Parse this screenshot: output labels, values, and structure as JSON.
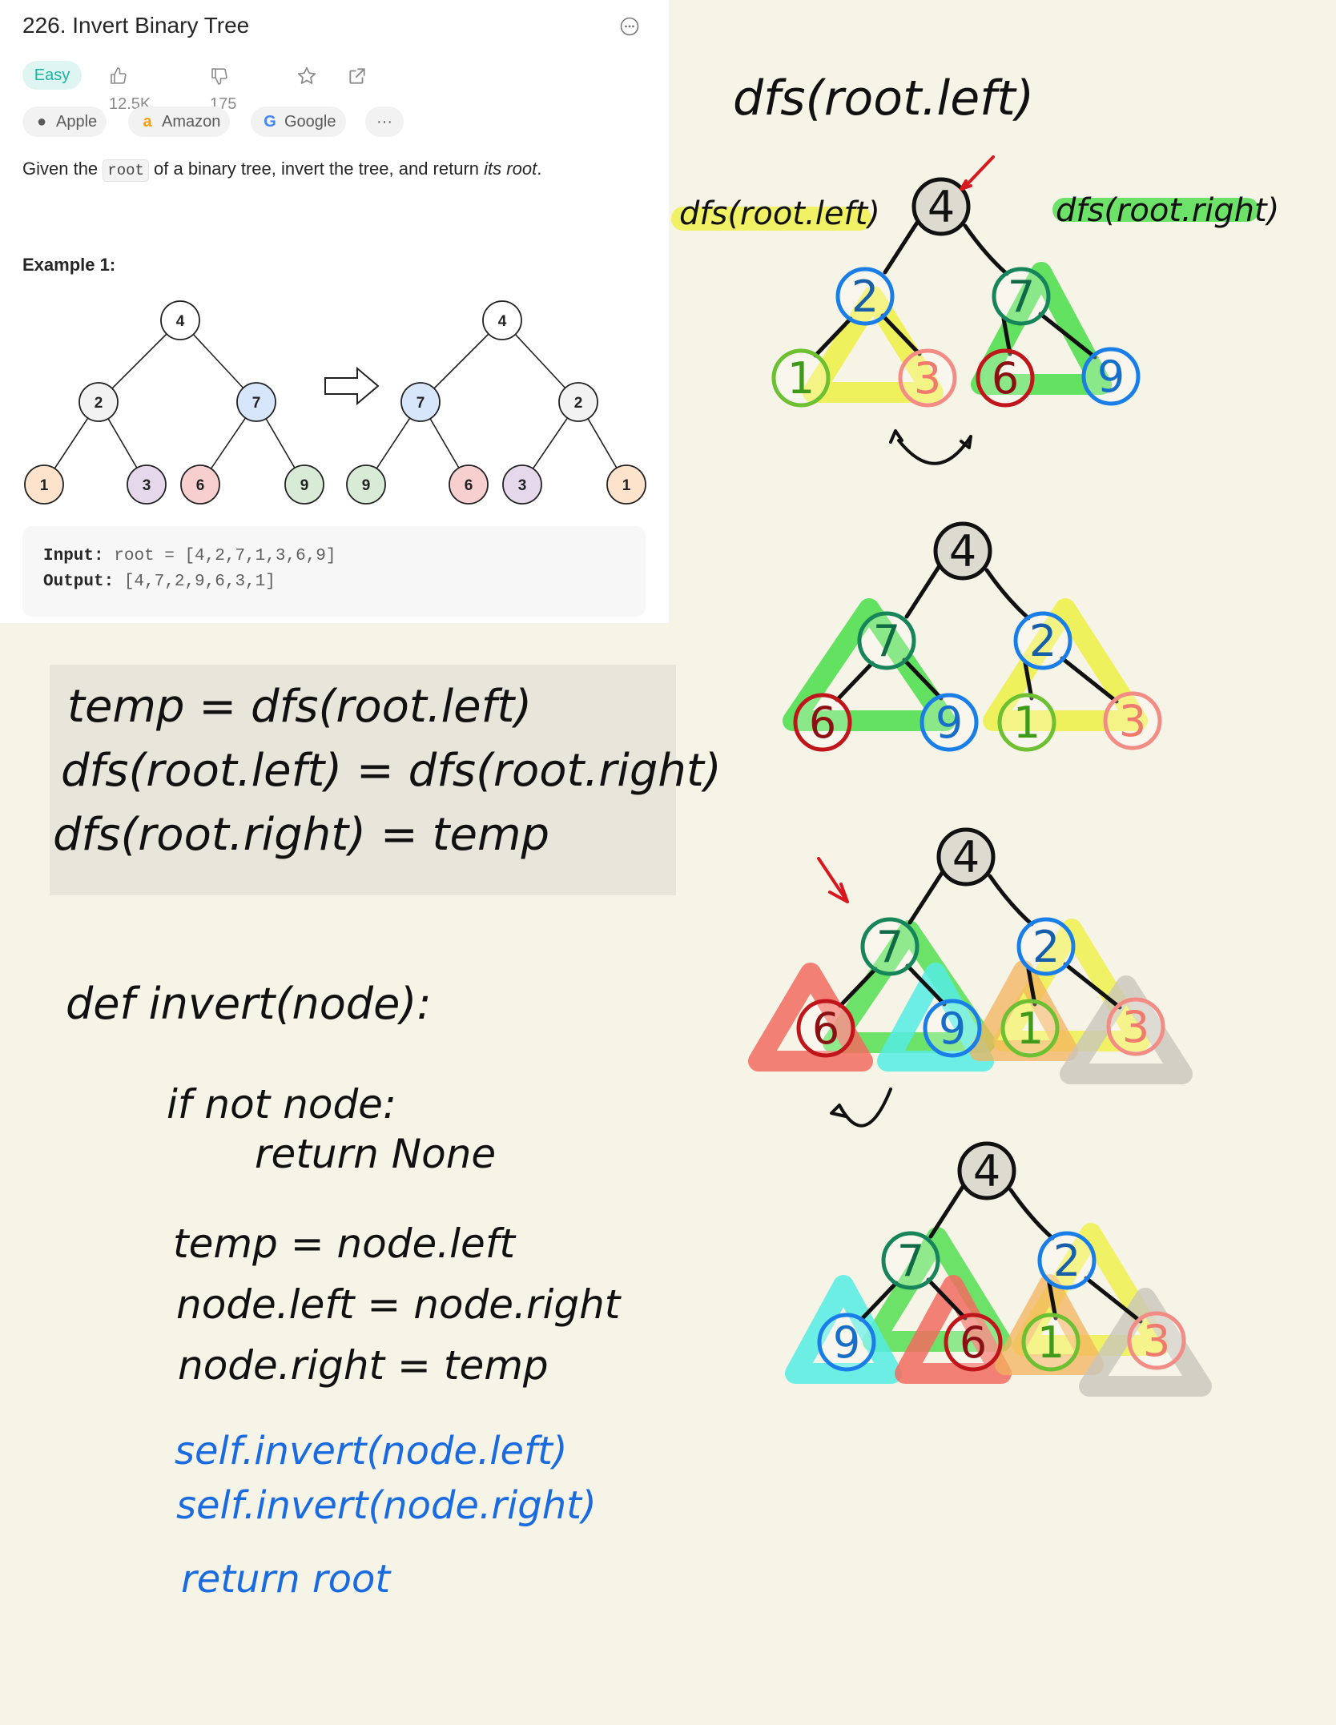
{
  "problem": {
    "title": "226. Invert Binary Tree",
    "difficulty": "Easy",
    "likes": "12.5K",
    "dislikes": "175",
    "companies": [
      "Apple",
      "Amazon",
      "Google"
    ],
    "more_label": "···",
    "desc_prefix": "Given the",
    "desc_code": "root",
    "desc_mid": "of a binary tree, invert the tree, and return",
    "desc_em": "its root",
    "desc_end": ".",
    "example_title": "Example 1:",
    "input_label": "Input:",
    "input_value": "root = [4,2,7,1,3,6,9]",
    "output_label": "Output:",
    "output_value": "[4,7,2,9,6,3,1]",
    "tree_before": [
      "4",
      "2",
      "7",
      "1",
      "3",
      "6",
      "9"
    ],
    "tree_after": [
      "4",
      "7",
      "2",
      "9",
      "6",
      "3",
      "1"
    ],
    "node_colors": {
      "root": "#ffffff",
      "2": "#f2f2f2",
      "7": "#d8e6fb",
      "1": "#fde3cb",
      "3": "#e4d8ea",
      "6": "#f7cfcf",
      "9": "#d8ebd6"
    }
  },
  "notes": {
    "swap_code": [
      "temp = dfs(root.left)",
      "dfs(root.left) = dfs(root.right)",
      "dfs(root.right) = temp"
    ],
    "def_line": "def invert(node):",
    "if_line": "if not node:",
    "return_none": "return None",
    "body": [
      "temp = node.left",
      "node.left = node.right",
      "node.right = temp"
    ],
    "recursion": [
      "self.invert(node.left)",
      "self.invert(node.right)"
    ],
    "return_root": "return root",
    "heading": "dfs(root.left)",
    "label_left": "dfs(root.left)",
    "label_right": "dfs(root.right)"
  },
  "stages": [
    {
      "root": "4",
      "left": "2",
      "right": "7",
      "ll": "1",
      "lr": "3",
      "rl": "6",
      "rr": "9"
    },
    {
      "root": "4",
      "left": "7",
      "right": "2",
      "ll": "6",
      "lr": "9",
      "rl": "1",
      "rr": "3"
    },
    {
      "root": "4",
      "left": "7",
      "right": "2",
      "ll": "6",
      "lr": "9",
      "rl": "1",
      "rr": "3"
    },
    {
      "root": "4",
      "left": "7",
      "right": "2",
      "ll": "9",
      "lr": "6",
      "rl": "1",
      "rr": "3"
    }
  ],
  "colors": {
    "accent_easy": "#1bb4a0",
    "highlight_yellow": "#eef03a",
    "highlight_green": "#3fdc3f",
    "marker_red": "#d8181e",
    "ink_blue": "#1a6be0",
    "tri_red": "#f26b5f",
    "tri_cyan": "#55ece4",
    "tri_orange": "#f3b35e",
    "tri_gray": "#c9c6bb"
  }
}
